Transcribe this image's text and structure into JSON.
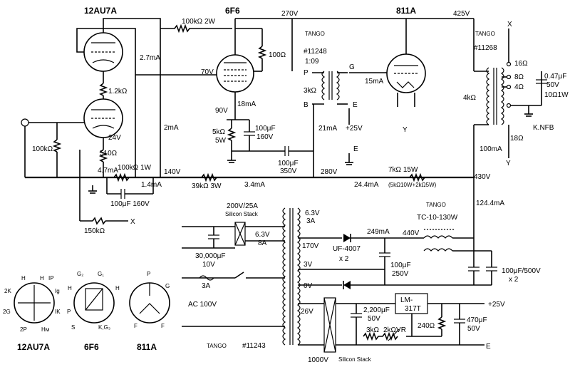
{
  "tubes": {
    "v1": "12AU7A",
    "v2": "6F6",
    "v3": "811A"
  },
  "transformers": {
    "maker": "TANGO",
    "t1_model": "#11248",
    "t1_ratio": "1:09",
    "t2_maker": "TANGO",
    "t2_model": "#11268",
    "choke_maker": "TANGO",
    "choke_model": "TC-10-130W",
    "power_maker": "TANGO",
    "power_model": "#11243"
  },
  "voltages": {
    "v270": "270V",
    "v425": "425V",
    "v70": "70V",
    "v90": "90V",
    "v24": "24V",
    "v140": "140V",
    "v280": "280V",
    "v430": "430V",
    "v440": "440V",
    "plus25a": "+25V",
    "plus25b": "+25V",
    "sec63a": "6.3V",
    "sec3a": "3A",
    "sec63b": "6.3V",
    "sec8a": "8A",
    "sec170": "170V",
    "sec3v": "3V",
    "sec0v": "0V",
    "sec26": "26V",
    "ac100": "AC 100V",
    "fuse3a": "3A"
  },
  "currents": {
    "i27": "2.7mA",
    "i2": "2mA",
    "i18": "18mA",
    "i21": "21mA",
    "i15": "15mA",
    "i47": "4.7mA",
    "i14": "1.4mA",
    "i34": "3.4mA",
    "i244": "24.4mA",
    "i100": "100mA",
    "i1244": "124.4mA",
    "i249": "249mA"
  },
  "components": {
    "r100k2w": "100kΩ 2W",
    "r100": "100Ω",
    "r12k": "1.2kΩ",
    "r510": "510Ω",
    "r100kin": "100kΩ",
    "r100k1w": "100kΩ 1W",
    "r39k": "39kΩ 3W",
    "r5k": "5kΩ",
    "r5kw": "5W",
    "c100u160a": "100μF",
    "c100u160b": "160V",
    "c100u350a": "100μF",
    "c100u350b": "350V",
    "c100u160c": "100μF 160V",
    "r150k": "150kΩ",
    "r7k": "7kΩ 15W",
    "r7knote": "(5kΩ10W+2kΩ5W)",
    "z3k": "3kΩ",
    "z4k": "4kΩ",
    "c047a": "0.47μF",
    "c047b": "50V",
    "r10": "10Ω1W",
    "t16": "16Ω",
    "t8": "8Ω",
    "t4": "4Ω",
    "t18": "18Ω",
    "knfb": "K.NFB",
    "x1": "X",
    "x2": "X",
    "y1": "Y",
    "y2": "Y",
    "p": "P",
    "b": "B",
    "g": "G",
    "e1": "E",
    "e2": "E",
    "e3": "E",
    "stack": "200V/25A",
    "stack2": "Silicon Stack",
    "c30k": "30,000μF",
    "c30kv": "10V",
    "diode": "UF-4007",
    "diodex": "x 2",
    "c100u250a": "100μF",
    "c100u250b": "250V",
    "c100u500": "100μF/500V",
    "c100u500x": "x 2",
    "c2200a": "2,200μF",
    "c2200b": "50V",
    "reg": "LM-",
    "reg2": "317T",
    "r3k": "3kΩ",
    "r2kvr": "2kΩVR",
    "r240": "240Ω",
    "c470a": "470μF",
    "c470b": "50V",
    "v1000": "1000V",
    "stack3": "Silicon Stack"
  },
  "pinouts": {
    "a_title": "12AU7A",
    "b_title": "6F6",
    "c_title": "811A",
    "a_h1": "H",
    "a_h2": "H",
    "a_ip": "IP",
    "a_2k": "2K",
    "a_2g": "2G",
    "a_2p": "2P",
    "a_hm": "Hм",
    "a_ig": "Ig",
    "a_ik": "IK",
    "b_g2": "G₂",
    "b_g1": "G₁",
    "b_h1": "H",
    "b_h2": "H",
    "b_p": "P",
    "b_s": "S",
    "b_k": "K,G₃",
    "c_p": "P",
    "c_g": "G",
    "c_f1": "F",
    "c_f2": "F"
  }
}
